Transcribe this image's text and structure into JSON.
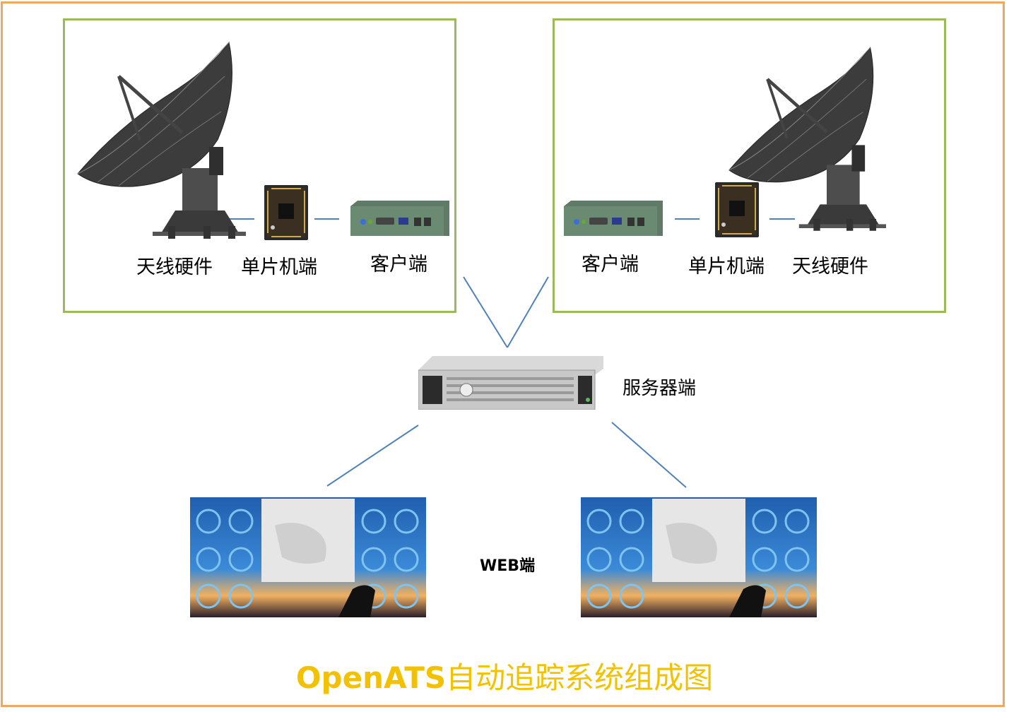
{
  "title_prefix": "OpenATS",
  "title_suffix": "自动追踪系统组成图",
  "left_group": {
    "antenna_label": "天线硬件",
    "mcu_label": "单片机端",
    "client_label": "客户端"
  },
  "right_group": {
    "client_label": "客户端",
    "mcu_label": "单片机端",
    "antenna_label": "天线硬件"
  },
  "server_label": "服务器端",
  "web_label": "WEB端",
  "colors": {
    "frame": "#f0a860",
    "group_border": "#9bbb59",
    "connector": "#4f81bd",
    "title": "#f2c200"
  },
  "icons": [
    "satellite-dish-icon",
    "microcontroller-board-icon",
    "mini-pc-icon",
    "rack-server-icon",
    "dashboard-screen-icon"
  ]
}
